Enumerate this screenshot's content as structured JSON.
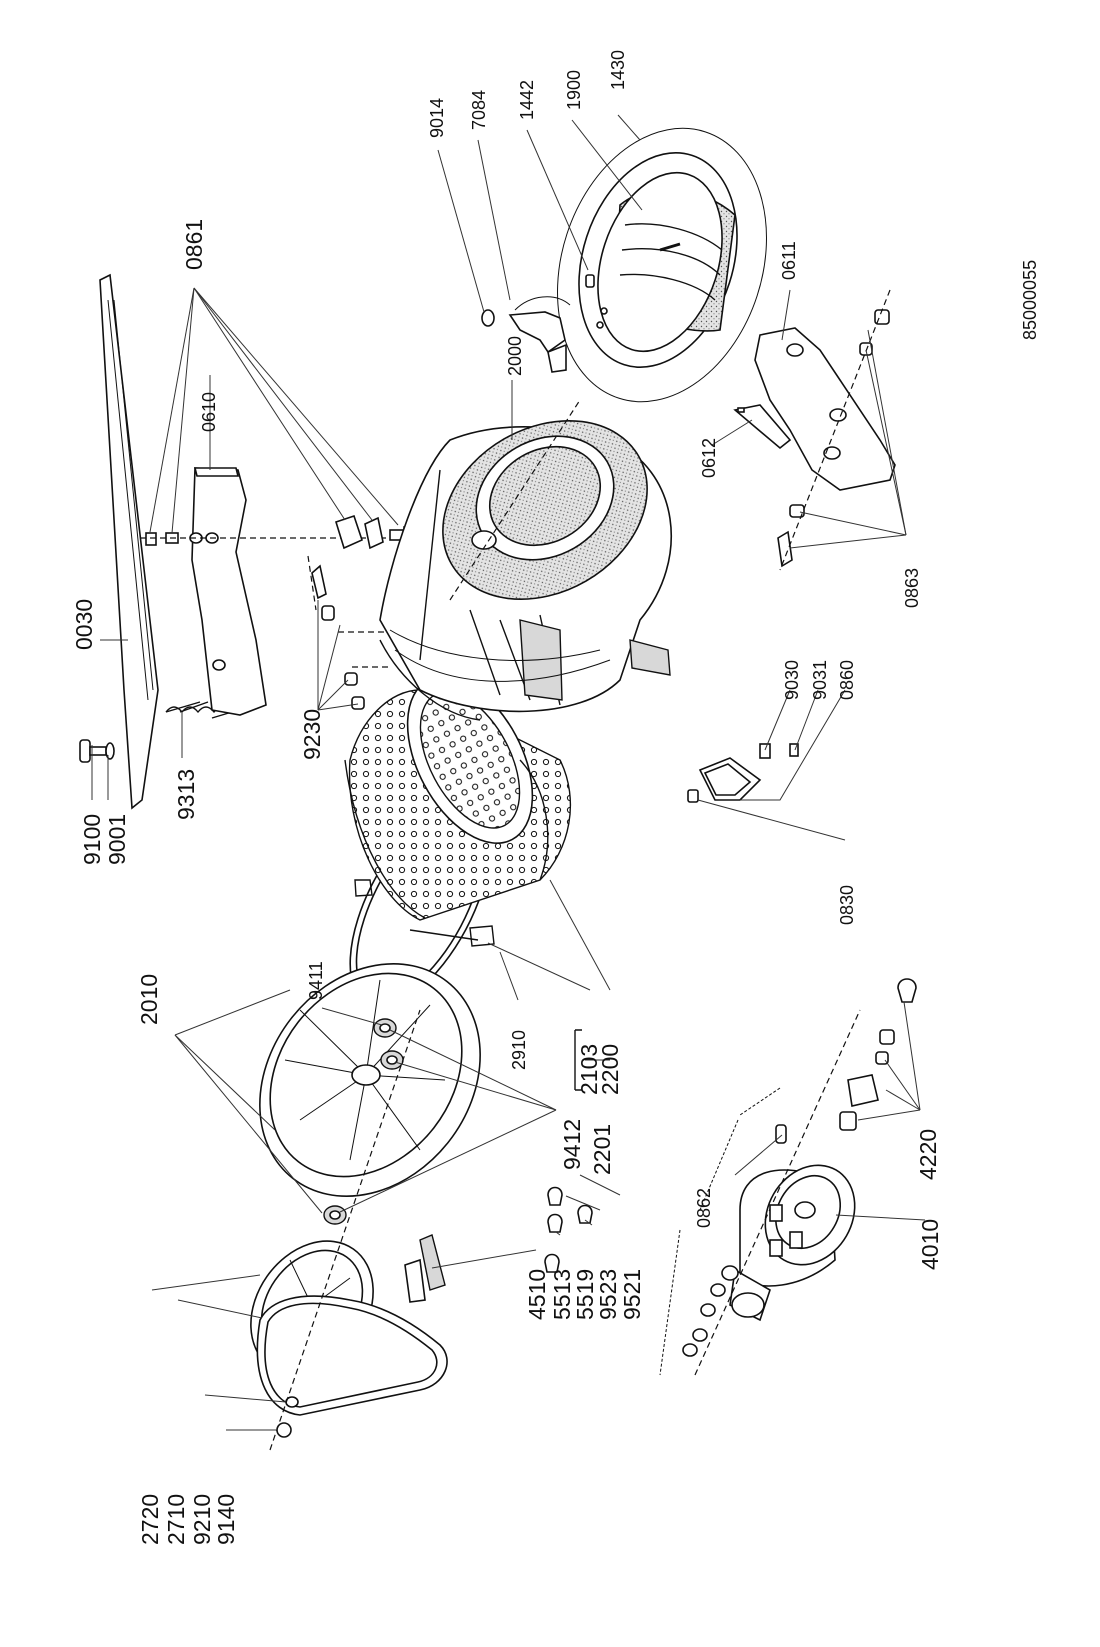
{
  "drawing_number": "85000055",
  "labels": {
    "p0030": "0030",
    "p0610": "0610",
    "p0611": "0611",
    "p0612": "0612",
    "p0830": "0830",
    "p0860": "0860",
    "p0861": "0861",
    "p0862": "0862",
    "p0863": "0863",
    "p1430": "1430",
    "p1442": "1442",
    "p1900": "1900",
    "p2000": "2000",
    "p2010": "2010",
    "p2103": "2103",
    "p2200": "2200",
    "p2201": "2201",
    "p2710": "2710",
    "p2720": "2720",
    "p2910": "2910",
    "p4010": "4010",
    "p4220": "4220",
    "p4510": "4510",
    "p5513": "5513",
    "p5519": "5519",
    "p7084": "7084",
    "p9001": "9001",
    "p9014": "9014",
    "p9030": "9030",
    "p9031": "9031",
    "p9100": "9100",
    "p9140": "9140",
    "p9210": "9210",
    "p9230": "9230",
    "p9313": "9313",
    "p9411": "9411",
    "p9412": "9412",
    "p9521": "9521",
    "p9523": "9523"
  }
}
